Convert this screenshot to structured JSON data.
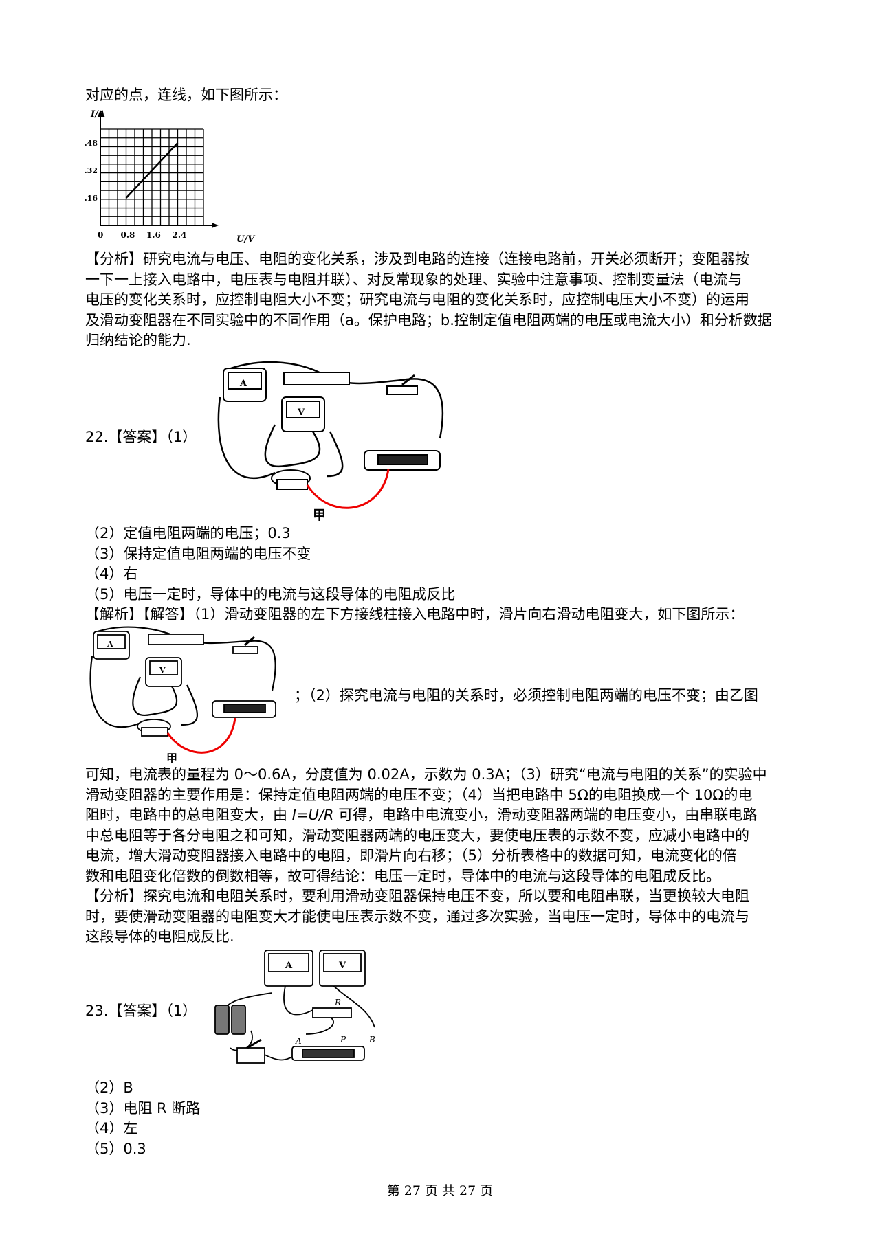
{
  "p1": {
    "text": "对应的点，连线，如下图所示："
  },
  "iv_chart": {
    "chart_data": {
      "type": "line",
      "x": [
        0.8,
        2.4
      ],
      "values": [
        0.16,
        0.48
      ],
      "xlabel": "U/V",
      "ylabel": "I/A",
      "x_ticks": [
        "0",
        "0.8",
        "1.6",
        "2.4"
      ],
      "y_ticks": [
        "0.16",
        "0.32",
        "0.48"
      ],
      "xlim": [
        0,
        3.2
      ],
      "ylim": [
        0,
        0.6
      ],
      "grid": true
    }
  },
  "analysis21": [
    "【分析】研究电流与电压、电阻的变化关系，涉及到电路的连接（连接电路前，开关必须断开；变阻器按",
    "一下一上接入电路中，电压表与电阻并联）、对反常现象的处理、实验中注意事项、控制变量法（电流与",
    "电压的变化关系时，应控制电阻大小不变；研究电流与电阻的变化关系时，应控制电压大小不变）的运用",
    "及滑动变阻器在不同实验中的不同作用（a。保护电路；b.控制定值电阻两端的电压或电流大小）和分析数据",
    "归纳结论的能力."
  ],
  "q22": {
    "head": "22.【答案】（1）",
    "fig_label": "甲",
    "answers": [
      "（2）定值电阻两端的电压；0.3",
      "（3）保持定值电阻两端的电压不变",
      "（4）右",
      "（5）电压一定时，导体中的电流与这段导体的电阻成反比"
    ],
    "solution_first": "【解析】【解答】（1）滑动变阻器的左下方接线柱接入电路中时，滑片向右滑动电阻变大，如下图所示：",
    "fig2_label": "甲",
    "side_text": "；（2）探究电流与电阻的关系时，必须控制电阻两端的电压不变；由乙图",
    "solution_rest_1a": "可知，电流表的量程为 0～0.6A，分度值为 0.02A，示数为 0.3A；（3）研究“电流与电阻的关系”的实验中",
    "solution_rest_2": "滑动变阻器的主要作用是：保持定值电阻两端的电压不变；（4）当把电路中 5Ω的电阻换成一个 10Ω的电",
    "solution_rest_3a": "阻时，电路中的总电阻变大，由 ",
    "formula": "I=U/R",
    "solution_rest_3b": " 可得，电路中电流变小，滑动变阻器两端的电压变小，由串联电路",
    "solution_rest_4": "中总电阻等于各分电阻之和可知，滑动变阻器两端的电压变大，要使电压表的示数不变，应减小电路中的",
    "solution_rest_5": "电流，增大滑动变阻器接入电路中的电阻，即滑片向右移；（5）分析表格中的数据可知，电流变化的倍",
    "solution_rest_6": "数和电阻变化倍数的倒数相等，故可得结论：电压一定时，导体中的电流与这段导体的电阻成反比。",
    "analysis": [
      "【分析】探究电流和电阻关系时，要利用滑动变阻器保持电压不变，所以要和电阻串联，当更换较大电阻",
      "时，要使滑动变阻器的电阻变大才能使电压表示数不变，通过多次实验，当电压一定时，导体中的电流与",
      "这段导体的电阻成反比."
    ]
  },
  "q23": {
    "head": "23.【答案】（1）",
    "fig_labels": {
      "a": "A",
      "v": "V",
      "r": "R",
      "pa": "A",
      "pp": "P",
      "pb": "B"
    },
    "answers": [
      "（2）B",
      "（3）电阻 R 断路",
      "（4）左",
      "（5）0.3"
    ]
  },
  "footer": {
    "text": "第 27 页 共 27 页"
  }
}
